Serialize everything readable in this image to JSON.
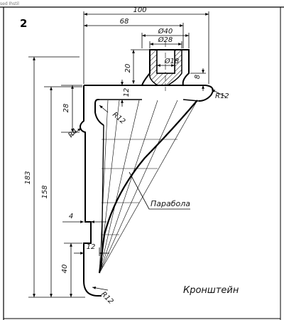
{
  "header": {
    "scan_text": "sed Ihstil",
    "figure_number": "2"
  },
  "title": "Кронштейн",
  "labels": {
    "parabola": "Парабола"
  },
  "dimensions": {
    "width_100": "100",
    "width_68": "68",
    "dia_40": "Ø40",
    "dia_28": "Ø28",
    "dia_18": "Ø18",
    "h_20": "20",
    "h_8": "8",
    "h_12_top": "12",
    "r12_right": "R12",
    "h_28": "28",
    "r12_inner": "R12",
    "r4": "R4",
    "h_183": "183",
    "h_158": "158",
    "w_4": "4",
    "w_12": "12",
    "h_40": "40",
    "r12_bottom": "R12"
  }
}
